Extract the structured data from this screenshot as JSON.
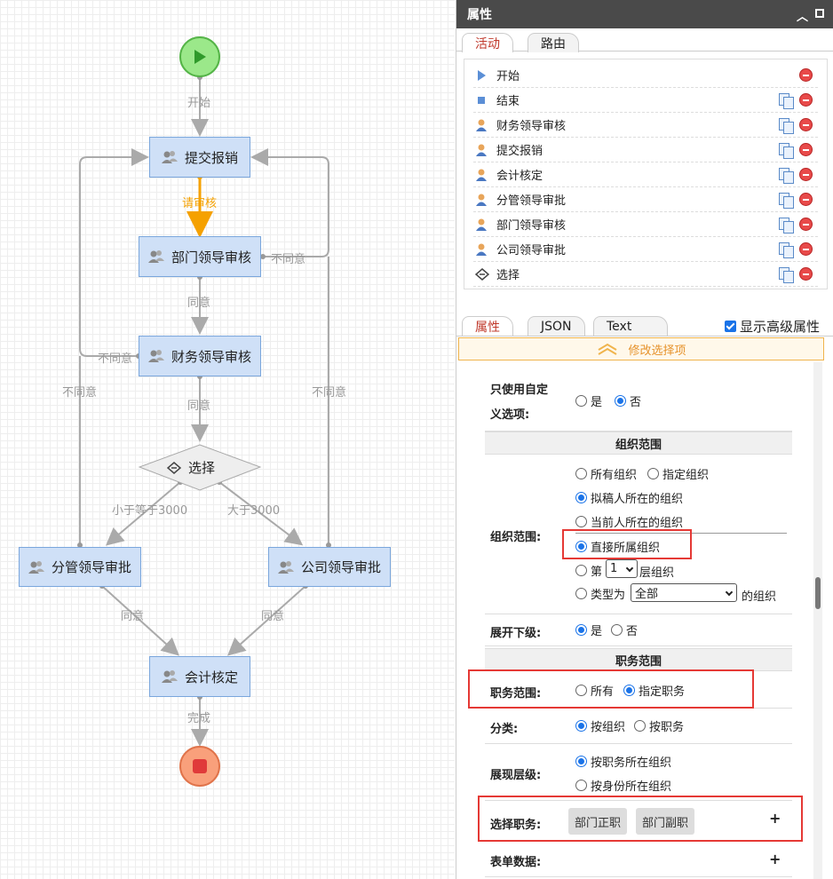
{
  "flow": {
    "nodes": {
      "submit": "提交报销",
      "dept": "部门领导审核",
      "finance": "财务领导审核",
      "choice": "选择",
      "branch": "分管领导审批",
      "company": "公司领导审批",
      "account": "会计核定"
    },
    "labels": {
      "start": "开始",
      "request": "请审核",
      "agree1": "同意",
      "agree2": "同意",
      "agree3": "同意",
      "agree4": "同意",
      "disagree_dept": "不同意",
      "disagree_fin": "不同意",
      "disagree_left": "不同意",
      "disagree_right": "不同意",
      "le3000": "小于等于3000",
      "gt3000": "大于3000",
      "finish": "完成"
    }
  },
  "panel": {
    "title": "属性",
    "top_tabs": [
      "活动",
      "路由"
    ],
    "activities": [
      {
        "label": "开始",
        "icon": "play-icon"
      },
      {
        "label": "结束",
        "icon": "stop-icon"
      },
      {
        "label": "财务领导审核",
        "icon": "user-icon"
      },
      {
        "label": "提交报销",
        "icon": "user-icon"
      },
      {
        "label": "会计核定",
        "icon": "user-icon"
      },
      {
        "label": "分管领导审批",
        "icon": "user-icon"
      },
      {
        "label": "部门领导审核",
        "icon": "user-icon"
      },
      {
        "label": "公司领导审批",
        "icon": "user-icon"
      },
      {
        "label": "选择",
        "icon": "choice-icon"
      }
    ],
    "prop_tabs": [
      "属性",
      "JSON",
      "Text"
    ],
    "show_advanced": "显示高级属性",
    "modify_label": "修改选择项",
    "form": {
      "custom_only_label_1": "只使用自定",
      "custom_only_label_2": "义选项:",
      "yes": "是",
      "no": "否",
      "org_section": "组织范围",
      "org_range_label": "组织范围:",
      "all_org": "所有组织",
      "spec_org": "指定组织",
      "drafter_org": "拟稿人所在的组织",
      "current_org": "当前人所在的组织",
      "direct_org": "直接所属组织",
      "level_prefix": "第",
      "level_value": "1",
      "level_suffix": "层组织",
      "type_prefix": "类型为",
      "type_value": "全部",
      "type_suffix": "的组织",
      "expand_label": "展开下级:",
      "duty_section": "职务范围",
      "duty_range_label": "职务范围:",
      "all": "所有",
      "spec_duty": "指定职务",
      "category_label": "分类:",
      "by_org": "按组织",
      "by_duty": "按职务",
      "level_show_label": "展现层级:",
      "by_duty_org": "按职务所在组织",
      "by_identity_org": "按身份所在组织",
      "select_duty_label": "选择职务:",
      "duty_chips": [
        "部门正职",
        "部门副职"
      ],
      "form_data_label": "表单数据:",
      "plus": "+"
    }
  },
  "colors": {
    "node_fill": "#cfe0f7",
    "node_border": "#7aa6dc",
    "active_wire": "#f5a100",
    "wire": "#aaaaaa",
    "highlight": "#e53935",
    "radio": "#1a73e8"
  }
}
